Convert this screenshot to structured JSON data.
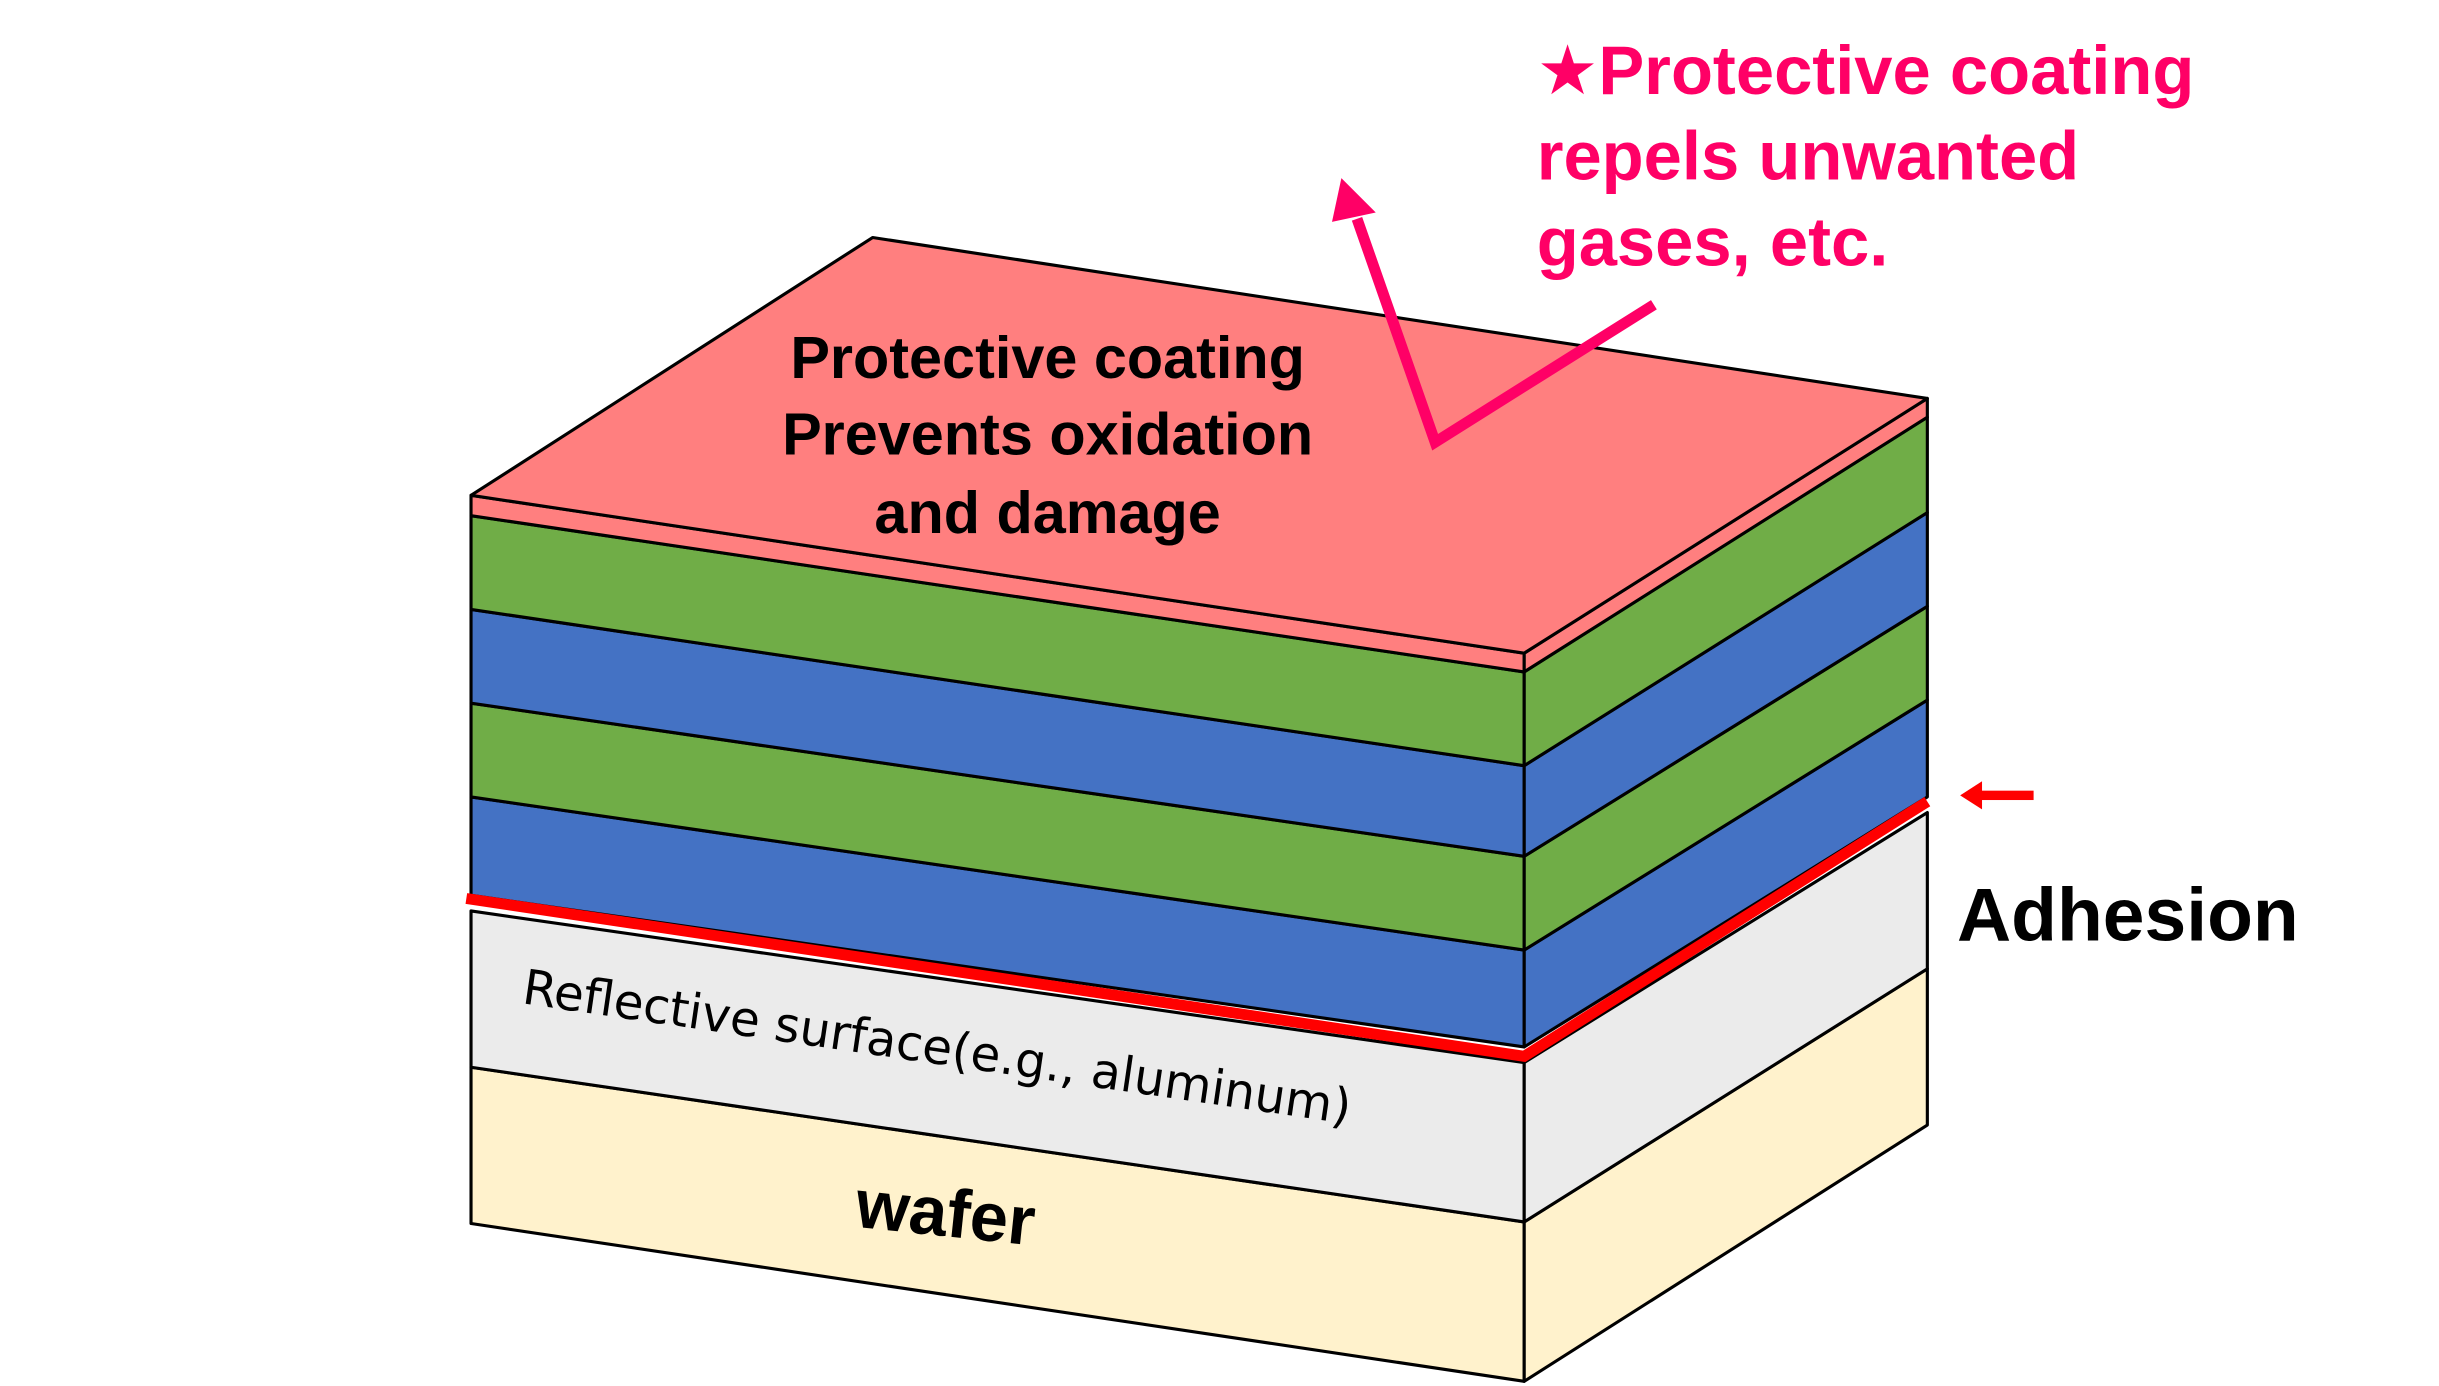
{
  "annotation": {
    "star_line": "★Protective coating",
    "line2": "repels unwanted",
    "line3": "gases, etc."
  },
  "top_label": {
    "line1": "Protective coating",
    "line2": "Prevents oxidation",
    "line3": "and damage"
  },
  "reflective_label": "Reflective surface(e.g., aluminum)",
  "wafer_label": "wafer",
  "adhesion_label": "Adhesion",
  "colors": {
    "coating": "#FF7F7F",
    "green": "#70AD47",
    "blue": "#4472C4",
    "reflective": "#EBEBEB",
    "wafer": "#FFF2CC",
    "adhesion": "#FF0000",
    "annotation": "#FF0066"
  }
}
